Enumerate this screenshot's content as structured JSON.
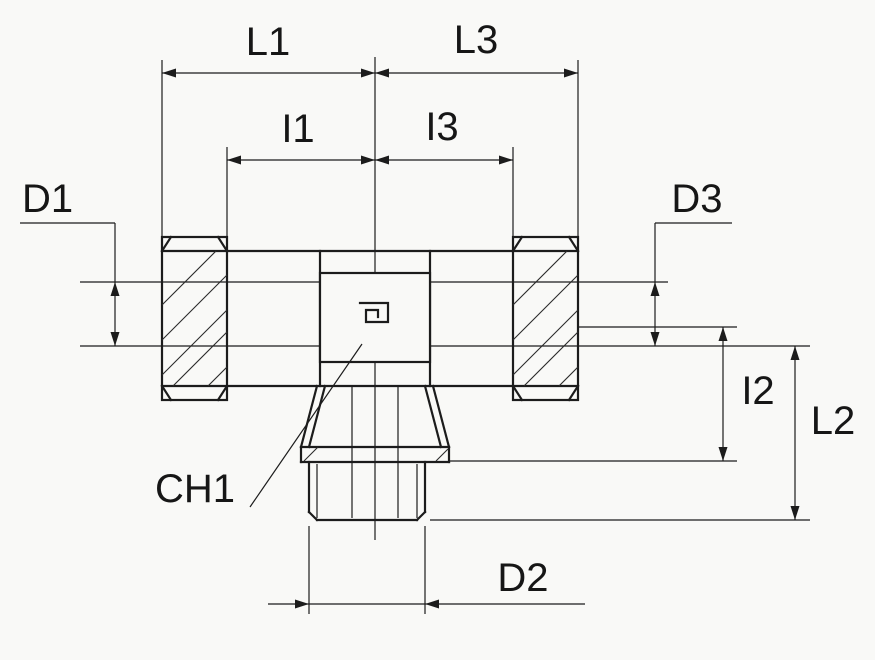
{
  "figure": {
    "background": "#f9f9f7",
    "ink": "#1c1c1c"
  },
  "labels": {
    "l1": "L1",
    "l3": "L3",
    "i1": "I1",
    "i3": "I3",
    "d1": "D1",
    "d3": "D3",
    "i2": "I2",
    "l2": "L2",
    "ch1": "CH1",
    "d2": "D2"
  }
}
